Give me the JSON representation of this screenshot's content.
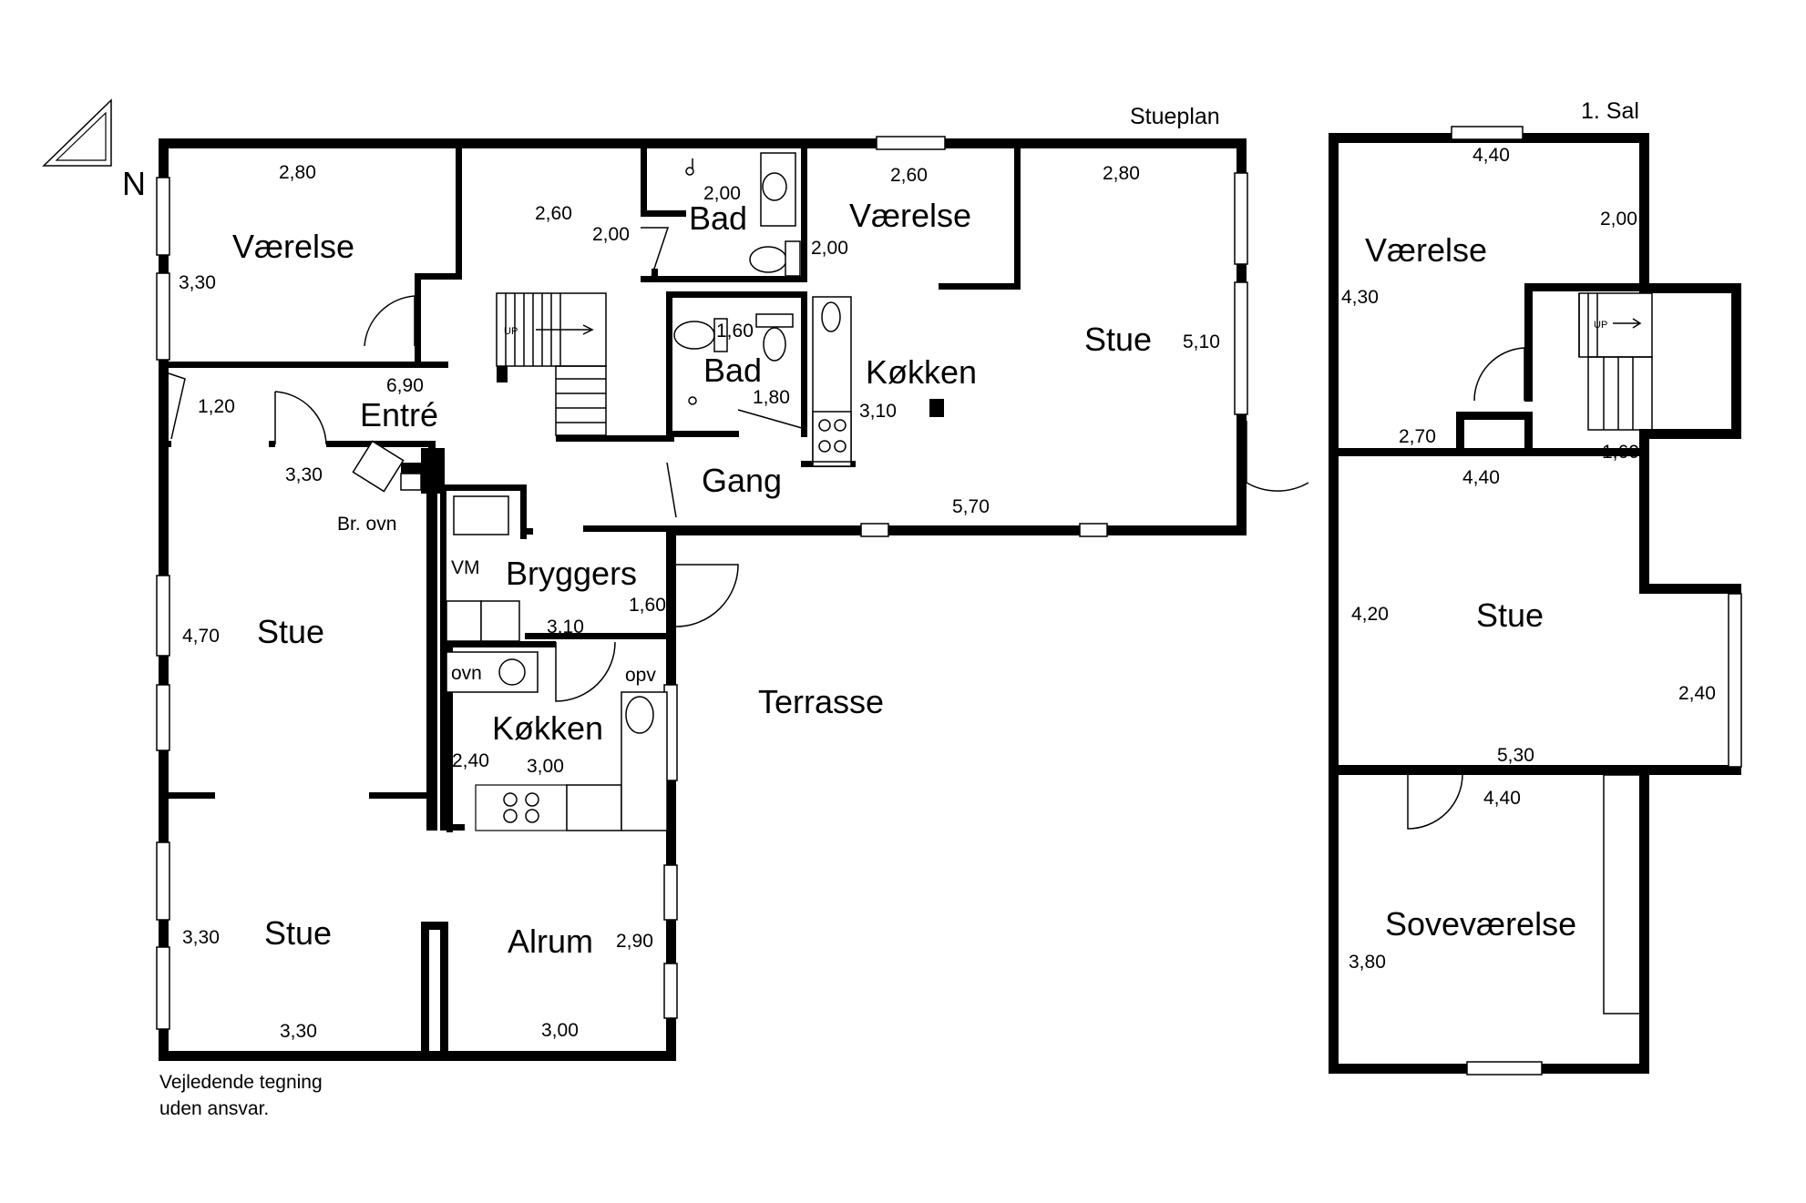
{
  "compass": {
    "north_label": "N"
  },
  "floors": {
    "ground": {
      "title": "Stueplan"
    },
    "first": {
      "title": "1. Sal"
    }
  },
  "rooms": {
    "g_vaerelse_nw": "Værelse",
    "g_bad_top": "Bad",
    "g_vaerelse_n": "Værelse",
    "g_stue_e": "Stue",
    "g_bad_mid": "Bad",
    "g_kokken_e": "Køkken",
    "g_entre": "Entré",
    "g_gang": "Gang",
    "g_bryggers": "Bryggers",
    "g_stue_w": "Stue",
    "g_kokken_w": "Køkken",
    "g_stue_sw": "Stue",
    "g_alrum": "Alrum",
    "g_terrasse": "Terrasse",
    "f_vaerelse": "Værelse",
    "f_stue": "Stue",
    "f_sovevaerelse": "Soveværelse"
  },
  "labels": {
    "br_ovn": "Br. ovn",
    "vm": "VM",
    "ovn": "ovn",
    "opv": "opv",
    "up_ground": "UP",
    "up_first": "UP"
  },
  "dimensions": {
    "d01": "2,80",
    "d02": "3,30",
    "d03": "2,60",
    "d04": "2,00",
    "d05": "2,00",
    "d06": "2,60",
    "d07": "2,00",
    "d08": "2,80",
    "d09": "5,10",
    "d10": "1,60",
    "d11": "1,80",
    "d12": "3,10",
    "d13": "6,90",
    "d14": "1,20",
    "d15": "3,30",
    "d16": "5,70",
    "d17": "1,60",
    "d18": "3,10",
    "d19": "4,70",
    "d20": "2,40",
    "d21": "3,00",
    "d22": "3,30",
    "d23": "2,90",
    "d24": "3,30",
    "d25": "3,00",
    "f01": "4,40",
    "f02": "2,00",
    "f03": "4,30",
    "f04": "2,70",
    "f05": "4,40",
    "f06": "1,60",
    "f07": "4,20",
    "f08": "2,40",
    "f09": "5,30",
    "f10": "4,40",
    "f11": "3,80"
  },
  "disclaimer": {
    "line1": "Vejledende tegning",
    "line2": "uden ansvar."
  }
}
